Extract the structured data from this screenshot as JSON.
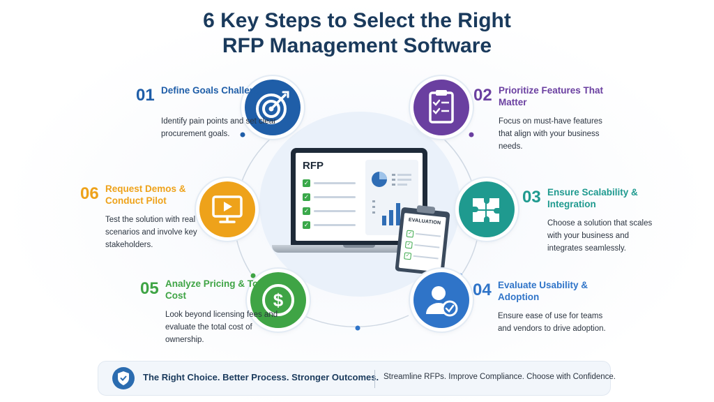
{
  "title": {
    "line1": "6 Key Steps to Select the Right",
    "line2": "RFP Management Software"
  },
  "center": {
    "laptop_label": "RFP",
    "clipboard_label": "EVALUATION"
  },
  "steps": [
    {
      "number": "01",
      "title": "Define Goals Challenges",
      "desc": "Identify pain points and set clear procurement goals.",
      "color": "#1f5ea8",
      "icon": "target-icon"
    },
    {
      "number": "02",
      "title": "Prioritize Features That Matter",
      "desc": "Focus on must-have features that align with your business needs.",
      "color": "#6a3fa0",
      "icon": "checklist-clipboard-icon"
    },
    {
      "number": "03",
      "title": "Ensure Scalability & Integration",
      "desc": "Choose a solution that scales with your business and integrates seamlessly.",
      "color": "#1f9a8f",
      "icon": "puzzle-icon"
    },
    {
      "number": "04",
      "title": "Evaluate Usability & Adoption",
      "desc": "Ensure ease of use for teams and vendors to drive adoption.",
      "color": "#2f74c8",
      "icon": "user-check-icon"
    },
    {
      "number": "05",
      "title": "Analyze Pricing & Total Cost",
      "desc": "Look beyond licensing fees and evaluate the total cost of ownership.",
      "color": "#3fa445",
      "icon": "dollar-icon"
    },
    {
      "number": "06",
      "title": "Request Demos & Conduct Pilot",
      "desc": "Test the solution with real scenarios and involve key stakeholders.",
      "color": "#eea21a",
      "icon": "play-monitor-icon"
    }
  ],
  "footer": {
    "main": "The Right Choice. Better Process. Stronger Outcomes.",
    "sub": "Streamline RFPs. Improve Compliance. Choose with Confidence.",
    "icon": "shield-check-icon"
  }
}
